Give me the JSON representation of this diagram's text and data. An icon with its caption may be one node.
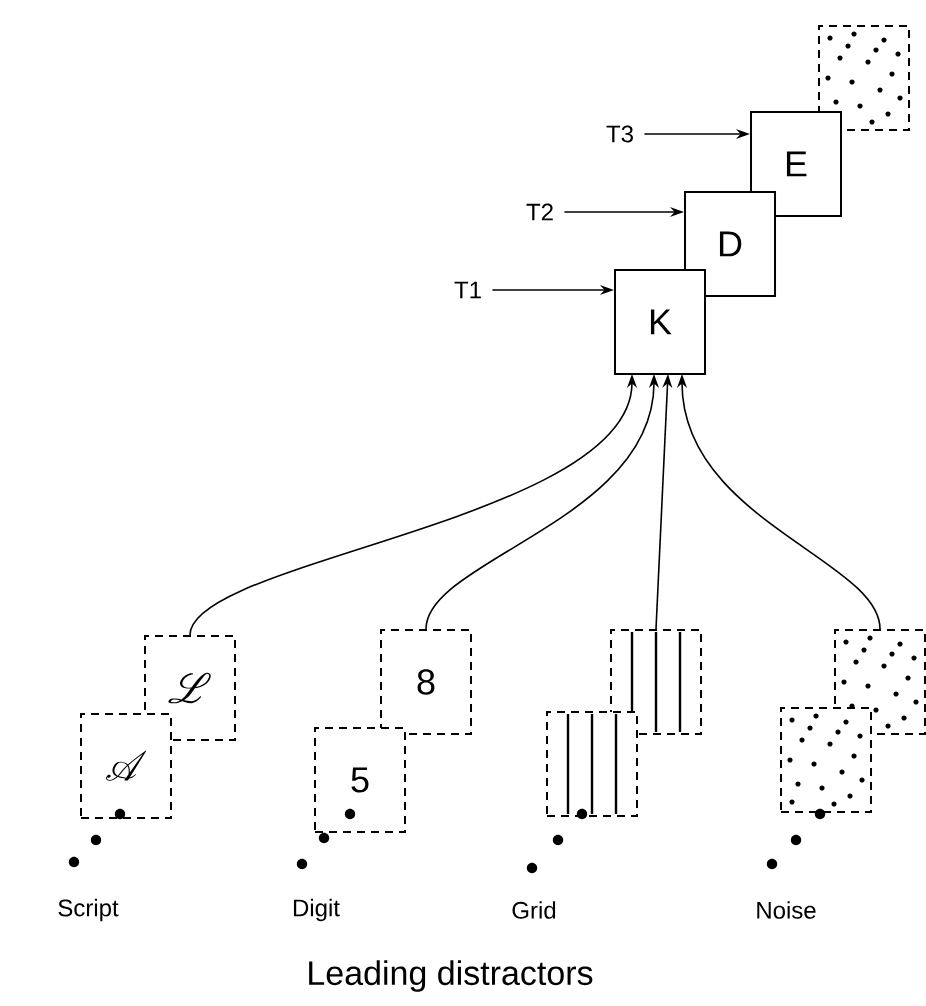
{
  "diagram": {
    "caption": "Leading distractors",
    "nodes": [
      {
        "text": [],
        "shape": "box"
      },
      {
        "text": [
          "T3"
        ]
      },
      {
        "text": [
          "E"
        ]
      },
      {
        "text": [
          "T2"
        ]
      },
      {
        "text": [
          "D"
        ]
      },
      {
        "text": [
          "T1"
        ]
      },
      {
        "text": [
          "K"
        ]
      },
      {
        "text": [
          "\\mathscr{L}"
        ]
      },
      {
        "text": [
          "\\mathscr{A}"
        ]
      },
      {
        "text": [
          "8"
        ]
      },
      {
        "text": [
          "5"
        ]
      },
      {
        "text": [],
        "shape": "box"
      },
      {
        "text": [],
        "shape": "box"
      },
      {
        "text": [],
        "shape": "box"
      },
      {
        "text": [],
        "shape": "box"
      }
    ],
    "edges": [
      {
        "from": 1,
        "to": 2,
        "arrow": "to"
      },
      {
        "from": 3,
        "to": 4,
        "arrow": "to"
      },
      {
        "from": 5,
        "to": 6,
        "arrow": "to"
      },
      {
        "from": 7,
        "to": 6,
        "arrow": "to"
      },
      {
        "from": 9,
        "to": 6,
        "arrow": "to"
      },
      {
        "from": 11,
        "to": 6,
        "arrow": "to"
      },
      {
        "from": 13,
        "to": 6,
        "arrow": "to"
      }
    ],
    "labels": [
      "Script",
      "Digit",
      "Grid",
      "Noise"
    ]
  }
}
